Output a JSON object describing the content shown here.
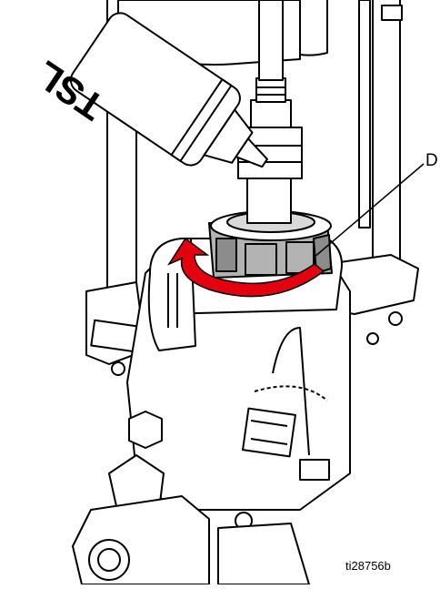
{
  "figure": {
    "bottle_text": "TSL",
    "callout_letter": "D",
    "reference_id": "ti28756b"
  },
  "colors": {
    "line": "#000000",
    "metal_light": "#ffffff",
    "metal_shade": "#d9d9d9",
    "nut_gray": "#b3b3b3",
    "nut_dark": "#8c8c8c",
    "arrow_red": "#e3000f"
  },
  "icons": {
    "rotation_arrow": "curved-arrow-counterclockwise"
  }
}
